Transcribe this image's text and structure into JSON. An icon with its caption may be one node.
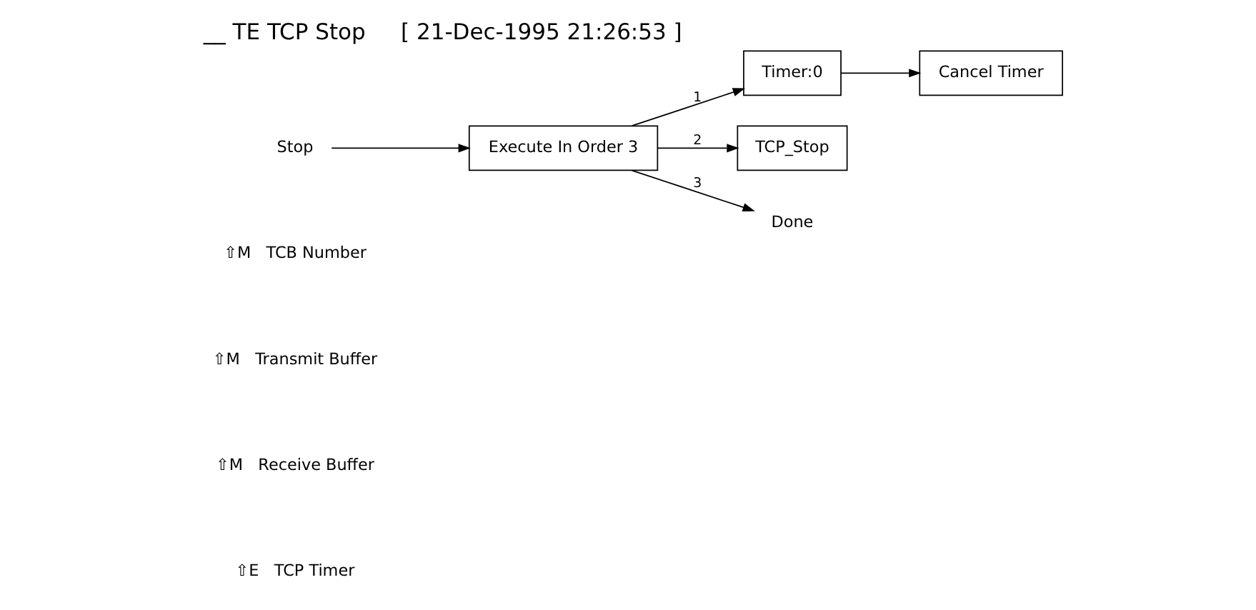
{
  "diagram": {
    "title": "__ TE TCP Stop     [ 21-Dec-1995 21:26:53 ]",
    "nodes": [
      {
        "text": [
          "Stop"
        ]
      },
      {
        "text": [
          "Execute In Order 3"
        ]
      },
      {
        "text": [
          "Timer:0"
        ]
      },
      {
        "text": [
          "Cancel Timer"
        ]
      },
      {
        "text": [
          "TCP_Stop"
        ]
      },
      {
        "text": [
          "Done"
        ]
      }
    ],
    "edges": [
      {
        "from": 0,
        "to": 1,
        "arrow": "to"
      },
      {
        "from": 1,
        "to": 2,
        "arrow": "to",
        "label": "1"
      },
      {
        "from": 1,
        "to": 4,
        "arrow": "to",
        "label": "2"
      },
      {
        "from": 1,
        "to": 5,
        "arrow": "to",
        "label": "3"
      },
      {
        "from": 2,
        "to": 3,
        "arrow": "to"
      }
    ],
    "labels": [
      "⇧M   TCB Number",
      "⇧M   Transmit Buffer",
      "⇧M   Receive Buffer",
      "⇧E   TCP Timer"
    ]
  }
}
